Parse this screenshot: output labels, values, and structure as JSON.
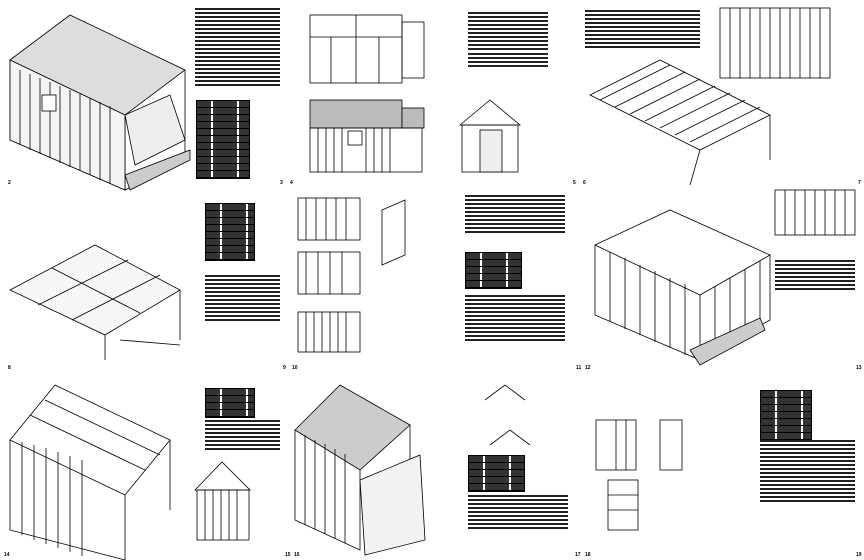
{
  "page_numbers": [
    "2",
    "3",
    "4",
    "5",
    "6",
    "7",
    "8",
    "9",
    "10",
    "11",
    "12",
    "13",
    "14",
    "15",
    "16",
    "17",
    "18",
    "19"
  ],
  "colors": {
    "ink": "#000000",
    "paper": "#ffffff"
  }
}
